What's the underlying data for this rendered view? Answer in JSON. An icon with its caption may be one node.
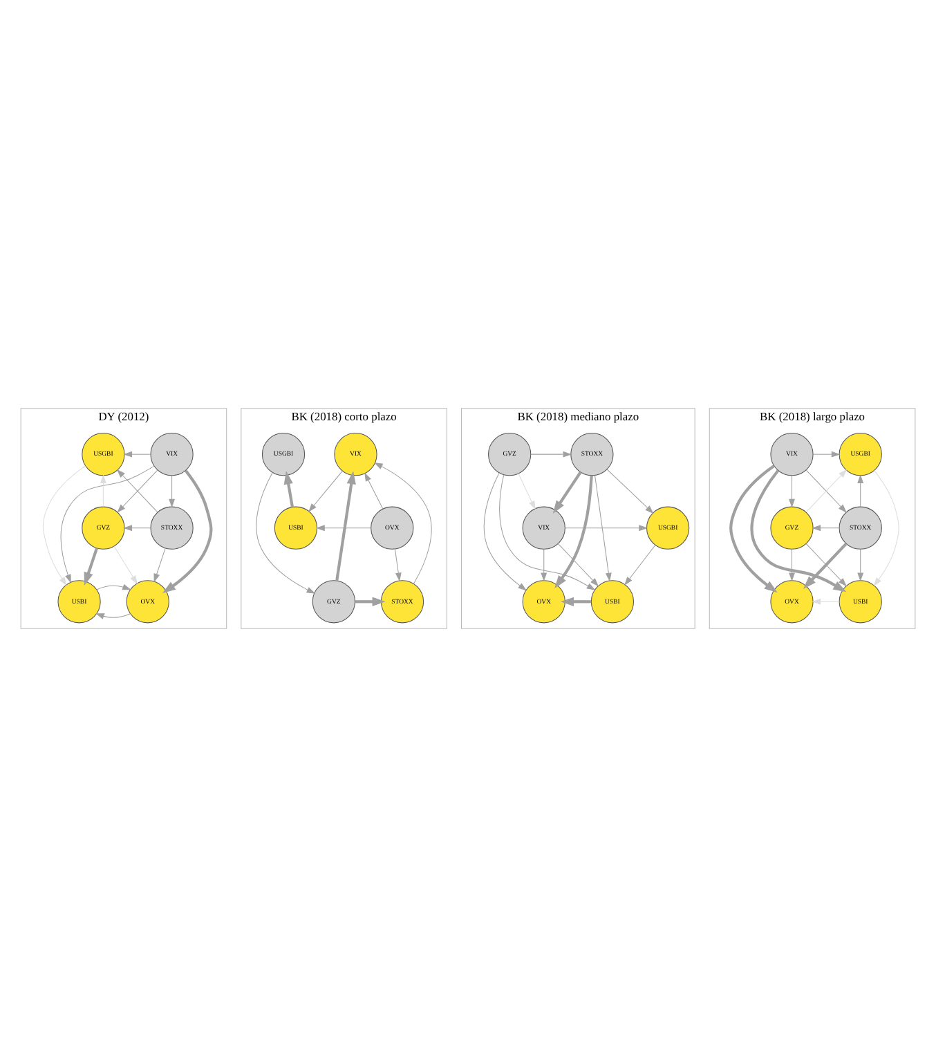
{
  "diagram": {
    "nodes": [
      {
        "text": [
          "DY (2012)"
        ]
      },
      {
        "text": [
          "VIX"
        ],
        "in": 0
      },
      {
        "text": [
          "USGBI"
        ],
        "in": 0
      },
      {
        "text": [
          "OVX"
        ],
        "in": 0
      },
      {
        "text": [
          "USBI"
        ],
        "in": 0
      },
      {
        "text": [
          "GVZ"
        ],
        "in": 0
      },
      {
        "text": [
          "STOXX"
        ],
        "in": 0
      },
      {
        "text": [
          "BK (2018) corto plazo"
        ]
      },
      {
        "text": [
          "VIX"
        ],
        "in": 7
      },
      {
        "text": [
          "USGBI"
        ],
        "in": 7
      },
      {
        "text": [
          "OVX"
        ],
        "in": 7
      },
      {
        "text": [
          "USBI"
        ],
        "in": 7
      },
      {
        "text": [
          "GVZ"
        ],
        "in": 7
      },
      {
        "text": [
          "STOXX"
        ],
        "in": 7
      },
      {
        "text": [
          "BK (2018) mediano plazo"
        ]
      },
      {
        "text": [
          "VIX"
        ],
        "in": 14
      },
      {
        "text": [
          "USGBI"
        ],
        "in": 14
      },
      {
        "text": [
          "OVX"
        ],
        "in": 14
      },
      {
        "text": [
          "USBI"
        ],
        "in": 14
      },
      {
        "text": [
          "GVZ"
        ],
        "in": 14
      },
      {
        "text": [
          "STOXX"
        ],
        "in": 14
      },
      {
        "text": [
          "BK (2018) largo plazo"
        ]
      },
      {
        "text": [
          "VIX"
        ],
        "in": 21
      },
      {
        "text": [
          "USGBI"
        ],
        "in": 21
      },
      {
        "text": [
          "OVX"
        ],
        "in": 21
      },
      {
        "text": [
          "USBI"
        ],
        "in": 21
      },
      {
        "text": [
          "GVZ"
        ],
        "in": 21
      },
      {
        "text": [
          "STOXX"
        ],
        "in": 21
      }
    ],
    "edges": [
      {
        "from": 1,
        "to": 2,
        "arrow": "to"
      },
      {
        "from": 1,
        "to": 4,
        "arrow": "to"
      },
      {
        "from": 1,
        "to": 3,
        "arrow": "to",
        "style": "thick"
      },
      {
        "from": 1,
        "to": 5,
        "arrow": "to"
      },
      {
        "from": 1,
        "to": 6,
        "arrow": "to"
      },
      {
        "from": 6,
        "to": 2,
        "arrow": "to"
      },
      {
        "from": 5,
        "to": 2,
        "arrow": "to",
        "color": "#dddddd"
      },
      {
        "from": 2,
        "to": 4,
        "arrow": "to",
        "color": "#dddddd"
      },
      {
        "from": 3,
        "to": 4,
        "arrow": "to"
      },
      {
        "from": 4,
        "to": 3,
        "arrow": "to"
      },
      {
        "from": 6,
        "to": 3,
        "arrow": "to"
      },
      {
        "from": 5,
        "to": 3,
        "arrow": "to",
        "color": "#dddddd"
      },
      {
        "from": 5,
        "to": 4,
        "arrow": "to",
        "style": "thick"
      },
      {
        "from": 6,
        "to": 5,
        "arrow": "to"
      },
      {
        "from": 8,
        "to": 11,
        "arrow": "to"
      },
      {
        "from": 11,
        "to": 9,
        "arrow": "to",
        "style": "thick"
      },
      {
        "from": 10,
        "to": 8,
        "arrow": "to"
      },
      {
        "from": 12,
        "to": 8,
        "arrow": "to",
        "style": "thick"
      },
      {
        "from": 13,
        "to": 8,
        "arrow": "to"
      },
      {
        "from": 10,
        "to": 11,
        "arrow": "to"
      },
      {
        "from": 10,
        "to": 13,
        "arrow": "to"
      },
      {
        "from": 9,
        "to": 12,
        "arrow": "to"
      },
      {
        "from": 12,
        "to": 13,
        "arrow": "to",
        "style": "thick"
      },
      {
        "from": 15,
        "to": 16,
        "arrow": "to"
      },
      {
        "from": 15,
        "to": 18,
        "arrow": "to"
      },
      {
        "from": 15,
        "to": 17,
        "arrow": "to"
      },
      {
        "from": 20,
        "to": 15,
        "arrow": "to",
        "style": "thick"
      },
      {
        "from": 19,
        "to": 15,
        "arrow": "to",
        "color": "#dddddd"
      },
      {
        "from": 16,
        "to": 18,
        "arrow": "to"
      },
      {
        "from": 18,
        "to": 17,
        "arrow": "to",
        "style": "thick"
      },
      {
        "from": 20,
        "to": 17,
        "arrow": "to",
        "style": "thick"
      },
      {
        "from": 19,
        "to": 17,
        "arrow": "to"
      },
      {
        "from": 19,
        "to": 18,
        "arrow": "to"
      },
      {
        "from": 19,
        "to": 20,
        "arrow": "to"
      },
      {
        "from": 20,
        "to": 16,
        "arrow": "to"
      },
      {
        "from": 20,
        "to": 18,
        "arrow": "to"
      },
      {
        "from": 22,
        "to": 23,
        "arrow": "to"
      },
      {
        "from": 22,
        "to": 25,
        "arrow": "to",
        "style": "thick"
      },
      {
        "from": 22,
        "to": 24,
        "arrow": "to",
        "style": "thick"
      },
      {
        "from": 22,
        "to": 26,
        "arrow": "to"
      },
      {
        "from": 22,
        "to": 27,
        "arrow": "to"
      },
      {
        "from": 26,
        "to": 23,
        "arrow": "to",
        "color": "#dddddd"
      },
      {
        "from": 27,
        "to": 23,
        "arrow": "to"
      },
      {
        "from": 23,
        "to": 25,
        "arrow": "to",
        "color": "#dddddd"
      },
      {
        "from": 25,
        "to": 24,
        "arrow": "to",
        "color": "#dddddd"
      },
      {
        "from": 27,
        "to": 24,
        "arrow": "to",
        "style": "thick"
      },
      {
        "from": 26,
        "to": 24,
        "arrow": "to"
      },
      {
        "from": 26,
        "to": 25,
        "arrow": "to"
      },
      {
        "from": 27,
        "to": 25,
        "arrow": "to"
      },
      {
        "from": 27,
        "to": 26,
        "arrow": "to"
      }
    ]
  }
}
